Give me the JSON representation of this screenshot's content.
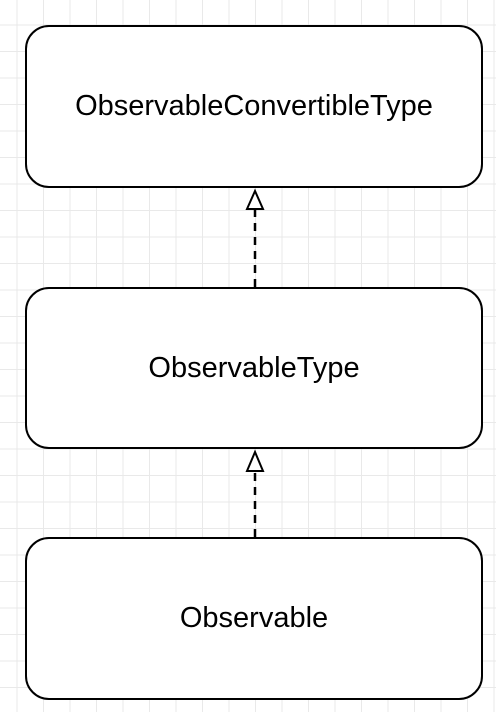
{
  "diagram": {
    "nodes": [
      {
        "id": "observable-convertible-type",
        "label": "ObservableConvertibleType"
      },
      {
        "id": "observable-type",
        "label": "ObservableType"
      },
      {
        "id": "observable",
        "label": "Observable"
      }
    ],
    "edges": [
      {
        "from": "observable-type",
        "to": "observable-convertible-type",
        "style": "dashed",
        "arrowhead": "hollow-triangle"
      },
      {
        "from": "observable",
        "to": "observable-type",
        "style": "dashed",
        "arrowhead": "hollow-triangle"
      }
    ],
    "colors": {
      "stroke": "#000000",
      "node_fill": "#ffffff",
      "grid": "#e9e9e9",
      "background": "#ffffff"
    }
  }
}
